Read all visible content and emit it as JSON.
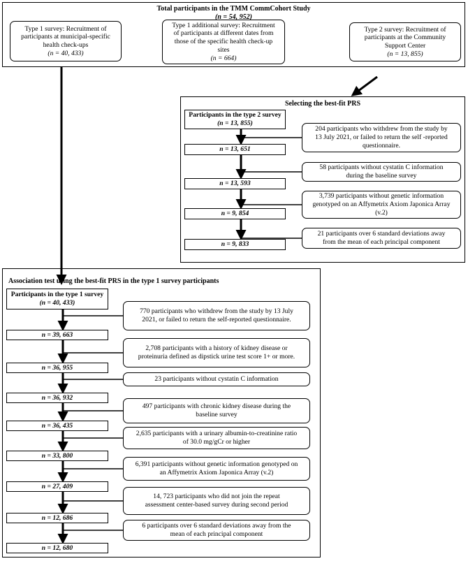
{
  "top": {
    "title": "Total participants in the TMM CommCohort Study",
    "n_label": "(n = 54, 952)",
    "type1": {
      "line1": "Type 1 survey: Recruitment of",
      "line2": "participants at municipal-specific",
      "line3": "health check-ups",
      "n_label": "(n = 40, 433)"
    },
    "type1_additional": {
      "line1": "Type 1 additional survey: Recruitment",
      "line2": "of participants at different dates from",
      "line3": "those of the specific health check-up",
      "line4": "sites",
      "n_label": "(n = 664)"
    },
    "type2": {
      "line1": "Type 2 survey: Recruitment of",
      "line2": "participants at the Community",
      "line3": "Support Center",
      "n_label": "(n = 13, 855)"
    }
  },
  "prs": {
    "title": "Selecting the best-fit PRS",
    "start": {
      "label": "Participants in the type 2 survey",
      "n_label": "(n = 13, 855)"
    },
    "steps": [
      {
        "n_label": "n = 13, 651"
      },
      {
        "n_label": "n = 13, 593"
      },
      {
        "n_label": "n = 9, 854"
      },
      {
        "n_label": "n = 9, 833"
      }
    ],
    "exclusions": [
      {
        "line1": "204 participants who withdrew from the study by",
        "line2": "13 July 2021, or failed to return the self -reported",
        "line3": "questionnaire."
      },
      {
        "line1": "58 participants without cystatin C information",
        "line2": "during the baseline survey"
      },
      {
        "line1": "3,739 participants without genetic information",
        "line2": "genotyped on an Affymetrix Axiom Japonica Array",
        "line3": "(v.2)"
      },
      {
        "line1": "21 participants over 6 standard deviations away",
        "line2": "from the mean of each principal component"
      }
    ]
  },
  "assoc": {
    "title": "Association test using the best-fit PRS in the type 1 survey participants",
    "start": {
      "label": "Participants in the type 1 survey",
      "n_label": "(n = 40, 433)"
    },
    "steps": [
      {
        "n_label": "n = 39, 663"
      },
      {
        "n_label": "n = 36, 955"
      },
      {
        "n_label": "n = 36, 932"
      },
      {
        "n_label": "n = 36, 435"
      },
      {
        "n_label": "n = 33, 800"
      },
      {
        "n_label": "n = 27, 409"
      },
      {
        "n_label": "n = 12, 686"
      },
      {
        "n_label": "n = 12, 680"
      }
    ],
    "exclusions": [
      {
        "line1": "770 participants who withdrew from the study by 13 July",
        "line2": "2021, or failed to return the self-reported questionnaire."
      },
      {
        "line1": "2,708 participants with a history of kidney disease or",
        "line2": "proteinuria defined as dipstick urine test score 1+ or more."
      },
      {
        "line1": "23 participants without cystatin C information"
      },
      {
        "line1": "497 participants with chronic kidney disease during the",
        "line2": "baseline survey"
      },
      {
        "line1": "2,635 participants with a urinary albumin-to-creatinine ratio",
        "line2": "of 30.0 mg/gCr or higher"
      },
      {
        "line1": "6,391 participants without genetic information genotyped on",
        "line2": "an Affymetrix Axiom Japonica Array (v.2)"
      },
      {
        "line1": "14, 723 participants who did not join the repeat",
        "line2": "assessment center-based survey during second period"
      },
      {
        "line1": "6 participants over 6 standard deviations away from the",
        "line2": "mean of each principal component"
      }
    ]
  }
}
